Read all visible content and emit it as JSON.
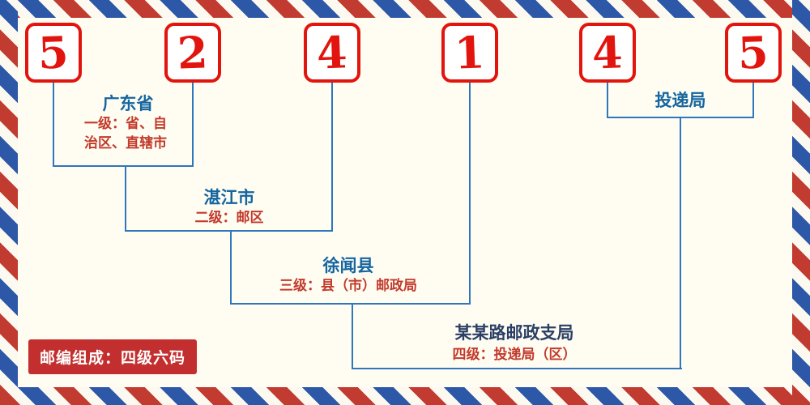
{
  "postcode": {
    "digits": [
      "5",
      "2",
      "4",
      "1",
      "4",
      "5"
    ]
  },
  "levels": [
    {
      "name": "广东省",
      "desc": "一级：省、自治区、直辖市"
    },
    {
      "name": "湛江市",
      "desc": "二级：邮区"
    },
    {
      "name": "徐闻县",
      "desc": "三级：县（市）邮政局"
    },
    {
      "name": "某某路邮政支局",
      "desc": "四级：投递局（区）"
    },
    {
      "name": "投递局"
    }
  ],
  "footer": {
    "badge_label": "邮编组成：四级六码"
  },
  "colors": {
    "digit_red": "#e2140e",
    "connector_blue": "#2e77bd",
    "label_blue": "#1565a0",
    "desc_red": "#c23a2b",
    "badge_background": "#c32f2f",
    "stripe_red": "#c23b31",
    "stripe_blue": "#2d57a7",
    "background": "#fffdf2"
  }
}
